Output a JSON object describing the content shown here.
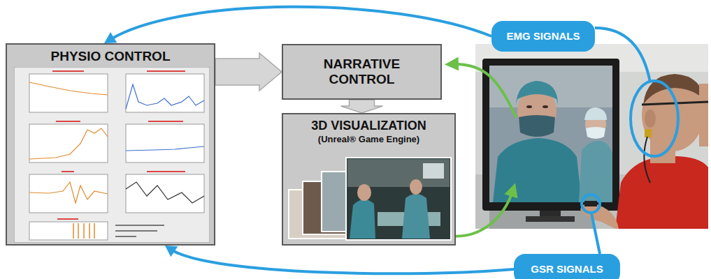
{
  "diagram": {
    "nodes": [
      {
        "text": [
          "PHYSIO CONTROL"
        ]
      },
      {
        "text": [
          "NARRATIVE CONTROL"
        ]
      },
      {
        "text": [
          "3D VISUALIZATION",
          "(Unreal® Game Engine)"
        ]
      },
      {
        "text": [
          "EMG SIGNALS"
        ]
      },
      {
        "text": [
          "GSR SIGNALS"
        ]
      }
    ],
    "edges": [
      {
        "from": 0,
        "to": 1,
        "arrow": "to"
      },
      {
        "from": 1,
        "to": 2,
        "arrow": "to"
      },
      {
        "from": 3,
        "to": 0,
        "arrow": "to"
      },
      {
        "from": 4,
        "to": 0,
        "arrow": "to"
      }
    ]
  }
}
